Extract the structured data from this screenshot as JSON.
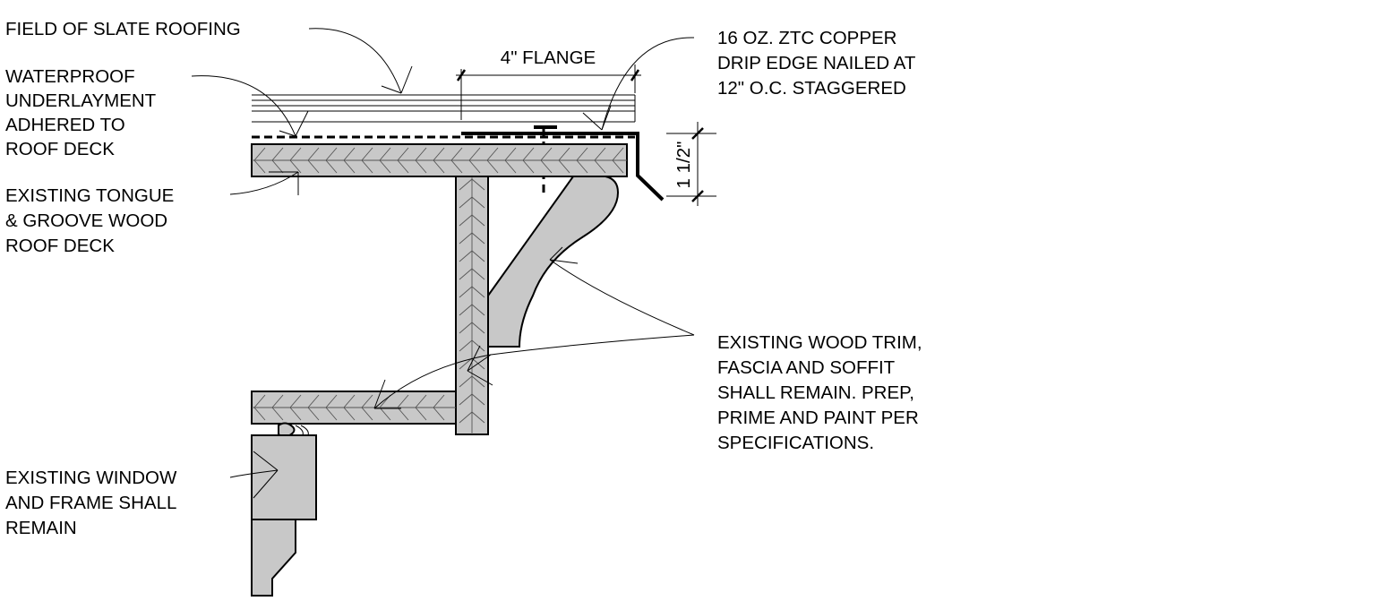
{
  "labels": {
    "slate": [
      "FIELD OF SLATE ROOFING"
    ],
    "underlayment": [
      "WATERPROOF",
      "UNDERLAYMENT",
      "ADHERED TO",
      "ROOF DECK"
    ],
    "deck": [
      "EXISTING TONGUE",
      "& GROOVE WOOD",
      "ROOF DECK"
    ],
    "window": [
      "EXISTING WINDOW",
      "AND FRAME SHALL",
      "REMAIN"
    ],
    "drip_edge": [
      "16 OZ. ZTC COPPER",
      "DRIP EDGE NAILED AT",
      "12\" O.C. STAGGERED"
    ],
    "trim": [
      "EXISTING WOOD TRIM,",
      "FASCIA AND SOFFIT",
      "SHALL REMAIN. PREP,",
      "PRIME AND PAINT PER",
      "SPECIFICATIONS."
    ]
  },
  "dimensions": {
    "flange": "4\" FLANGE",
    "height": "1 1/2\""
  }
}
